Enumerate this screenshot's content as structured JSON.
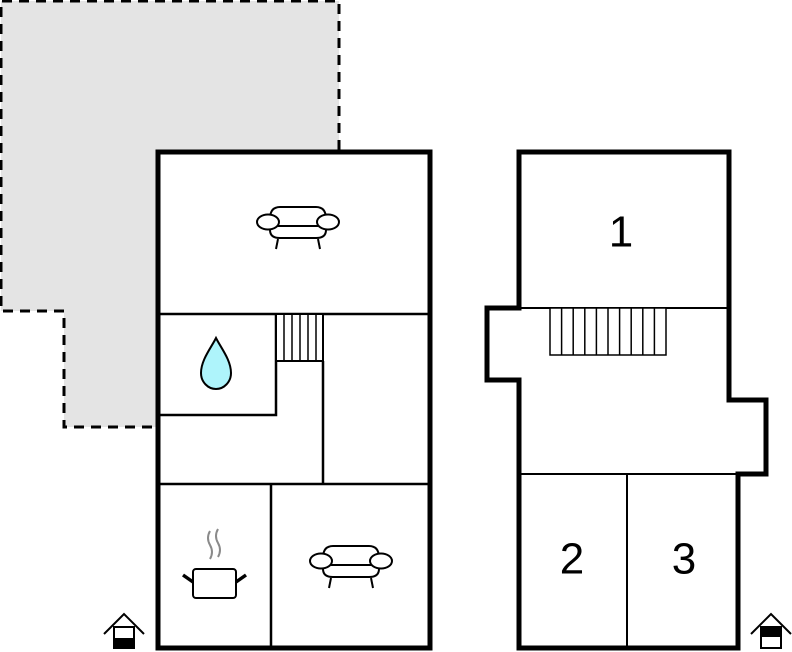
{
  "plan": {
    "ground_floor": {
      "terrace": {
        "fill": "#e4e4e4",
        "border": "dashed"
      },
      "rooms": [
        {
          "id": "living-top",
          "icon": "sofa-icon"
        },
        {
          "id": "bathroom",
          "icon": "water-drop-icon",
          "icon_color": "#aef4fb"
        },
        {
          "id": "stairs",
          "icon": "stairs-icon"
        },
        {
          "id": "hallway"
        },
        {
          "id": "side-room"
        },
        {
          "id": "kitchen",
          "icon": "cooking-pot-icon"
        },
        {
          "id": "living-bottom",
          "icon": "sofa-icon"
        }
      ],
      "level_indicator": "house-ground-floor-icon"
    },
    "upper_floor": {
      "rooms": [
        {
          "id": "bedroom-1",
          "label": "1"
        },
        {
          "id": "landing",
          "icon": "stairs-icon"
        },
        {
          "id": "bedroom-2",
          "label": "2"
        },
        {
          "id": "bedroom-3",
          "label": "3"
        }
      ],
      "level_indicator": "house-upper-floor-icon"
    }
  },
  "colors": {
    "wall": "#000000",
    "terrace": "#e4e4e4",
    "water": "#aef4fb",
    "steam": "#8a8a8a"
  }
}
